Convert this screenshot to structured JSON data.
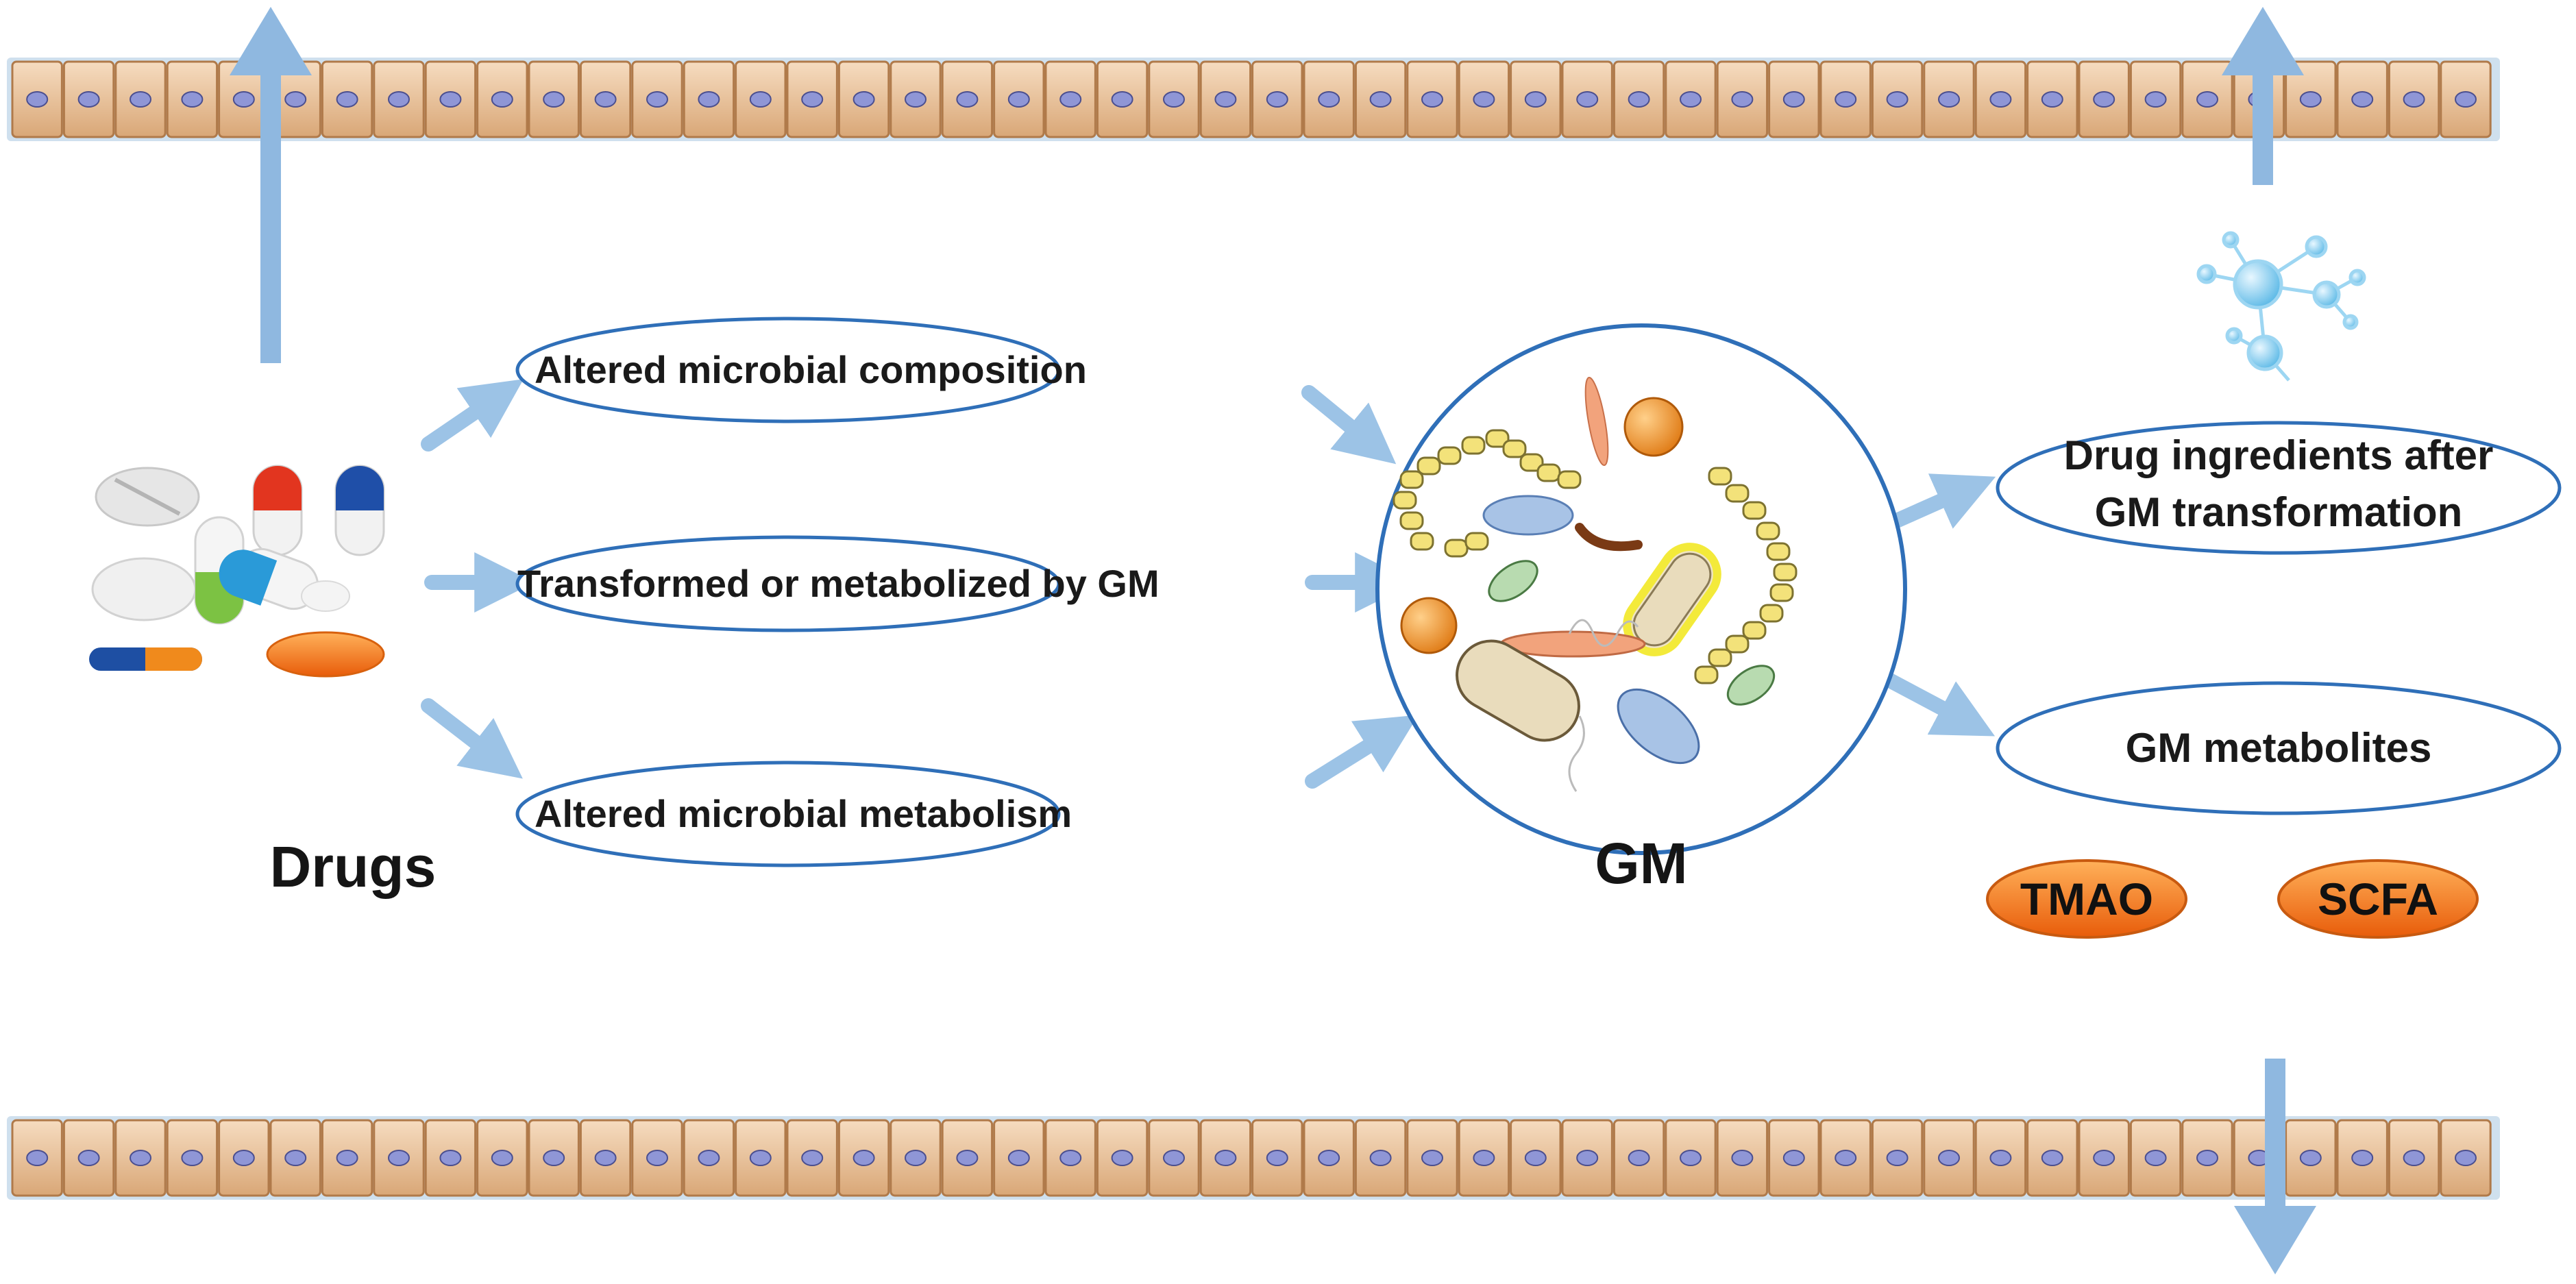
{
  "diagram": {
    "labels": {
      "drugs": "Drugs",
      "gm": "GM"
    },
    "pathways": [
      "Altered microbial composition",
      "Transformed or metabolized by GM",
      "Altered microbial metabolism"
    ],
    "outputs": {
      "transformed_line1": "Drug ingredients after",
      "transformed_line2": "GM transformation",
      "metabolites": "GM metabolites"
    },
    "metabolite_examples": [
      "TMAO",
      "SCFA"
    ],
    "colors": {
      "pill_border": "#2f6fb8",
      "arrow": "#9cc3e6",
      "cell_fill": "#e8c39a",
      "cell_border": "#b07a4a",
      "nucleus": "#8f96d6",
      "chip_fill": "#f07a1e"
    },
    "icons": [
      "drug-pills-icon",
      "microbe-circle-icon",
      "molecule-icon",
      "intestinal-epithelium"
    ]
  }
}
